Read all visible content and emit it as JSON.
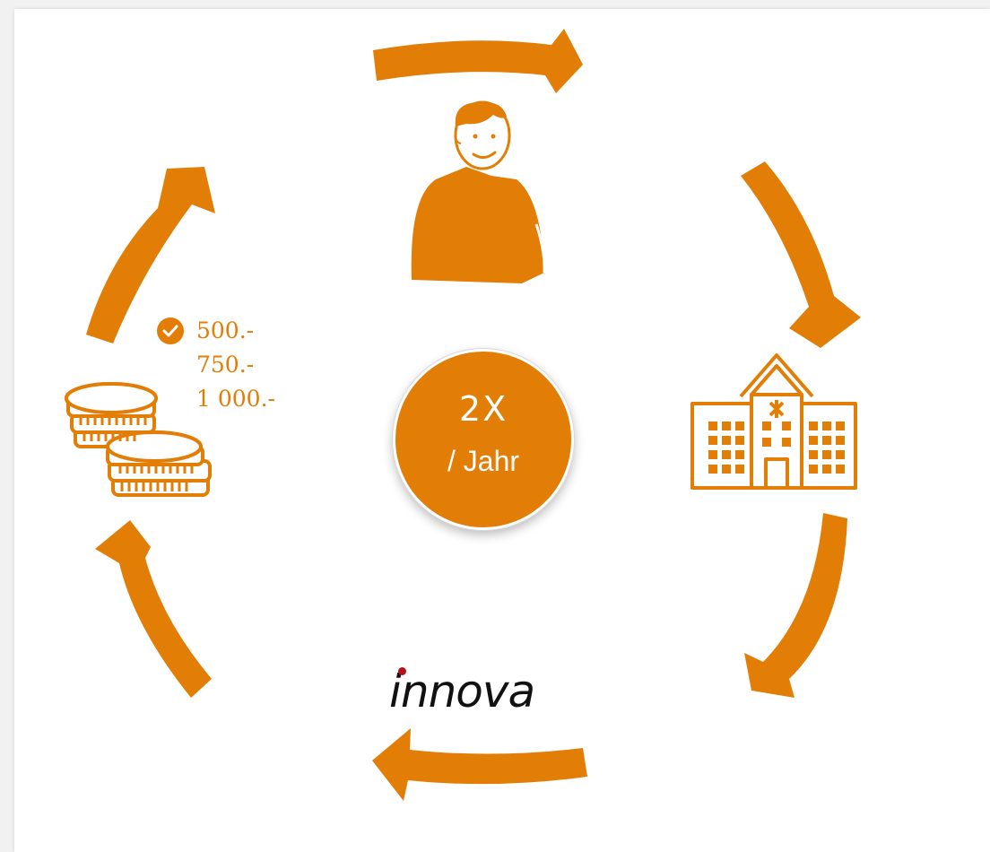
{
  "diagram": {
    "accent_color": "#e27d06",
    "center": {
      "count": "2X",
      "period": "/ Jahr"
    },
    "nodes": [
      {
        "id": "person",
        "icon": "person-icon"
      },
      {
        "id": "hospital",
        "icon": "hospital-building-icon"
      },
      {
        "id": "innova",
        "logo_text": "innova",
        "logo_dot_color": "#b3121b"
      },
      {
        "id": "money",
        "icon": "coin-stacks-icon"
      }
    ],
    "amounts": [
      {
        "value": "500.-",
        "checked": true
      },
      {
        "value": "750.-",
        "checked": false
      },
      {
        "value": "1 000.-",
        "checked": false
      }
    ],
    "cycle_arrows": [
      "arrow-top",
      "arrow-right-upper",
      "arrow-right-lower",
      "arrow-bottom",
      "arrow-left-lower",
      "arrow-left-upper"
    ]
  }
}
